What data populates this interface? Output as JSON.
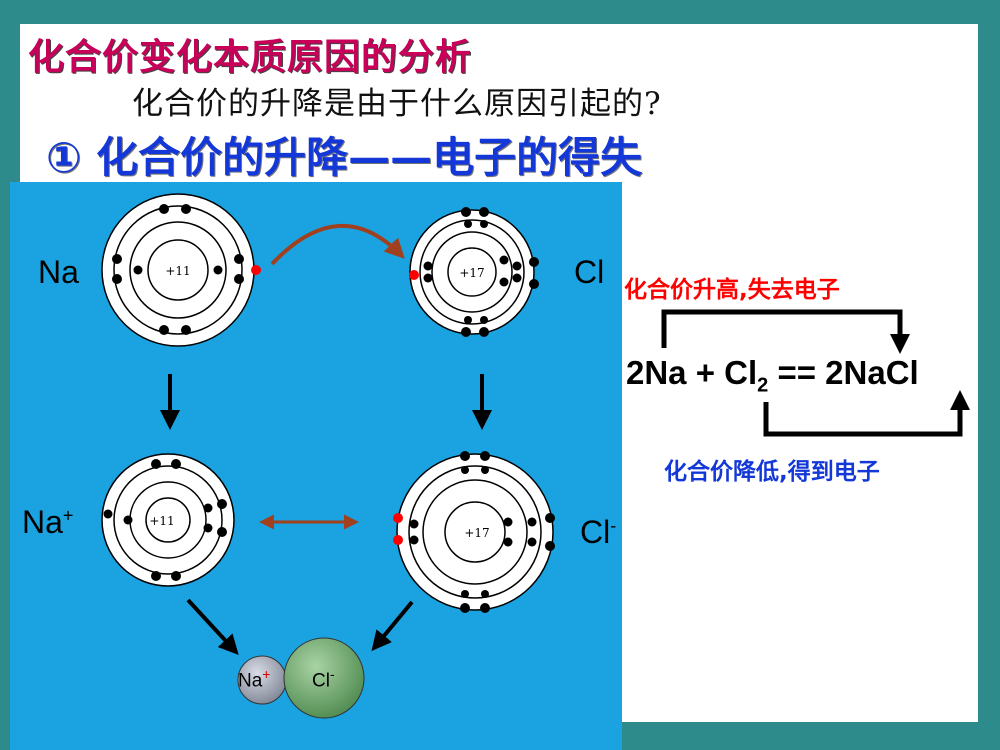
{
  "slide": {
    "title": "化合价变化本质原因的分析",
    "question": "化合价的升降是由于什么原因引起的?",
    "heading": "① 化合价的升降——电子的得失"
  },
  "diagram": {
    "na_label": "Na",
    "cl_label": "Cl",
    "na_ion_label": "Na",
    "na_ion_charge": "+",
    "cl_ion_label": "Cl",
    "cl_ion_charge": "-",
    "na_nucleus": "+11",
    "cl_nucleus": "+17",
    "product_na": "Na",
    "product_na_charge": "+",
    "product_cl": "Cl",
    "product_cl_charge": "-"
  },
  "equation": {
    "left": "2Na + Cl",
    "sub": "2",
    "right": " == 2NaCl",
    "up_label": "化合价升高,失去电子",
    "down_label": "化合价降低,得到电子"
  },
  "colors": {
    "background": "#2e8b8b",
    "panel": "#1aa3e0",
    "title": "#c8005a",
    "heading": "#1438d8",
    "up": "#ff0000",
    "down": "#1438d8",
    "transfer_arrow": "#a0401e"
  }
}
